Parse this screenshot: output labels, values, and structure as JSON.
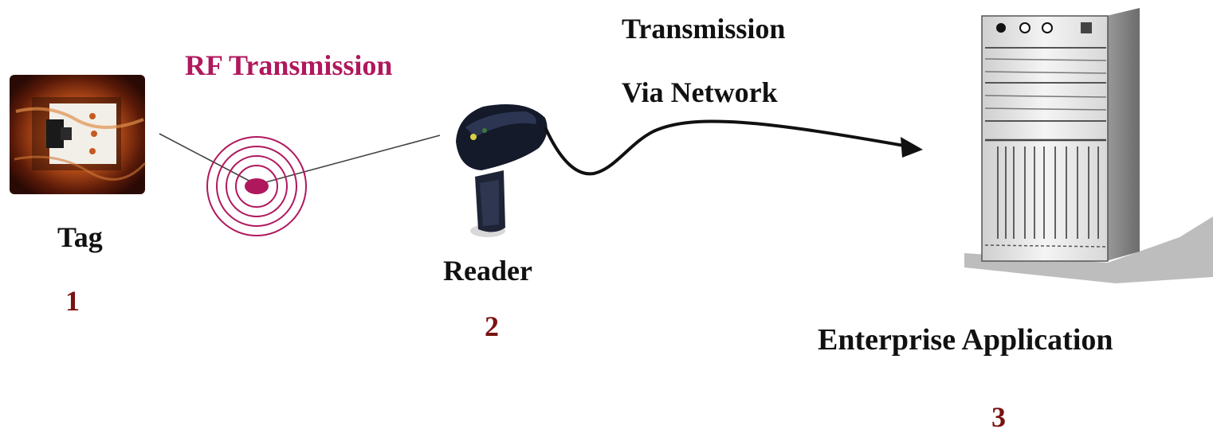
{
  "labels": {
    "rf_transmission": "RF Transmission",
    "network_line1": "Transmission",
    "network_line2": "Via Network",
    "tag": "Tag",
    "reader": "Reader",
    "enterprise": "Enterprise Application"
  },
  "numbers": {
    "tag": "1",
    "reader": "2",
    "enterprise": "3"
  },
  "icons": {
    "tag": "rfid-tag-icon",
    "signal": "rf-signal-icon",
    "reader": "handheld-reader-icon",
    "server": "server-tower-icon"
  },
  "colors": {
    "rf": "#b0185d",
    "numbers": "#7a1212",
    "text": "#111111"
  }
}
